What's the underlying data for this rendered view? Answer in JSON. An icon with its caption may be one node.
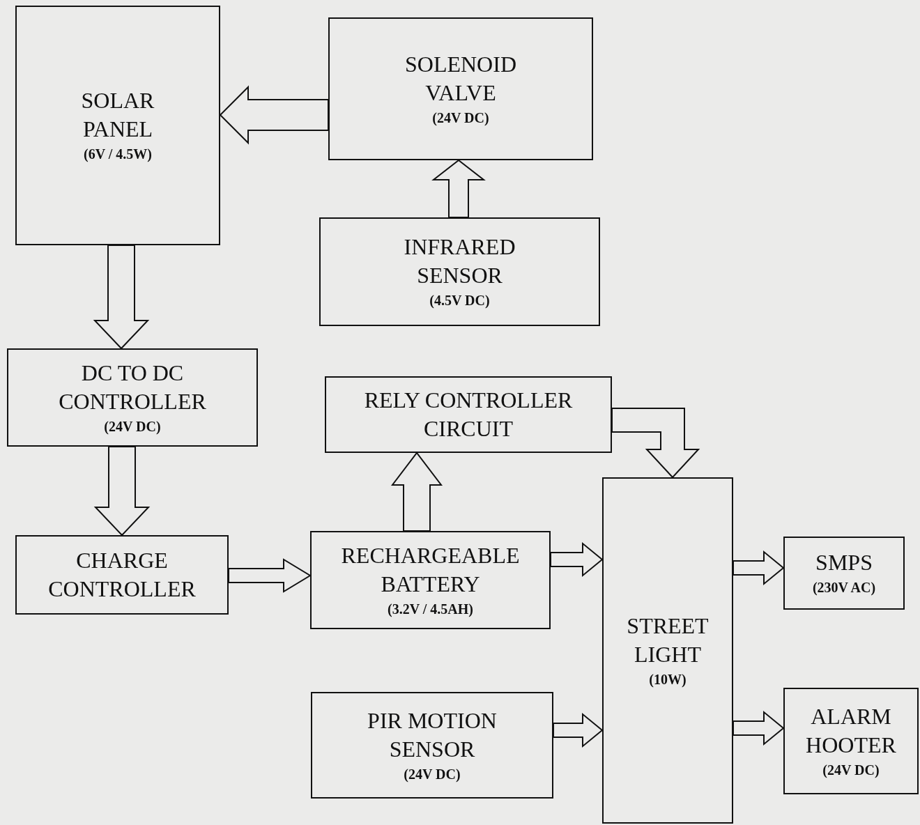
{
  "diagram": {
    "nodes": [
      {
        "text": [
          "SOLAR PANEL",
          "(6V / 4.5W)"
        ]
      },
      {
        "text": [
          "SOLENOID VALVE",
          "(24V DC)"
        ]
      },
      {
        "text": [
          "INFRARED SENSOR",
          "(4.5V DC)"
        ]
      },
      {
        "text": [
          "DC TO DC CONTROLLER",
          "(24V DC)"
        ]
      },
      {
        "text": [
          "RELY CONTROLLER CIRCUIT"
        ]
      },
      {
        "text": [
          "CHARGE CONTROLLER"
        ]
      },
      {
        "text": [
          "RECHARGEABLE BATTERY",
          "(3.2V / 4.5AH)"
        ]
      },
      {
        "text": [
          "STREET LIGHT",
          "(10W)"
        ]
      },
      {
        "text": [
          "SMPS",
          "(230V AC)"
        ]
      },
      {
        "text": [
          "PIR MOTION SENSOR",
          "(24V DC)"
        ]
      },
      {
        "text": [
          "ALARM HOOTER",
          "(24V DC)"
        ]
      }
    ],
    "edges": [
      {
        "from": 1,
        "to": 0,
        "arrow": "to"
      },
      {
        "from": 2,
        "to": 1,
        "arrow": "to"
      },
      {
        "from": 0,
        "to": 3,
        "arrow": "to"
      },
      {
        "from": 3,
        "to": 5,
        "arrow": "to"
      },
      {
        "from": 5,
        "to": 6,
        "arrow": "to"
      },
      {
        "from": 6,
        "to": 4,
        "arrow": "to"
      },
      {
        "from": 4,
        "to": 7,
        "arrow": "to"
      },
      {
        "from": 6,
        "to": 7,
        "arrow": "to"
      },
      {
        "from": 9,
        "to": 7,
        "arrow": "to"
      },
      {
        "from": 7,
        "to": 8,
        "arrow": "to"
      },
      {
        "from": 7,
        "to": 10,
        "arrow": "to"
      }
    ]
  }
}
